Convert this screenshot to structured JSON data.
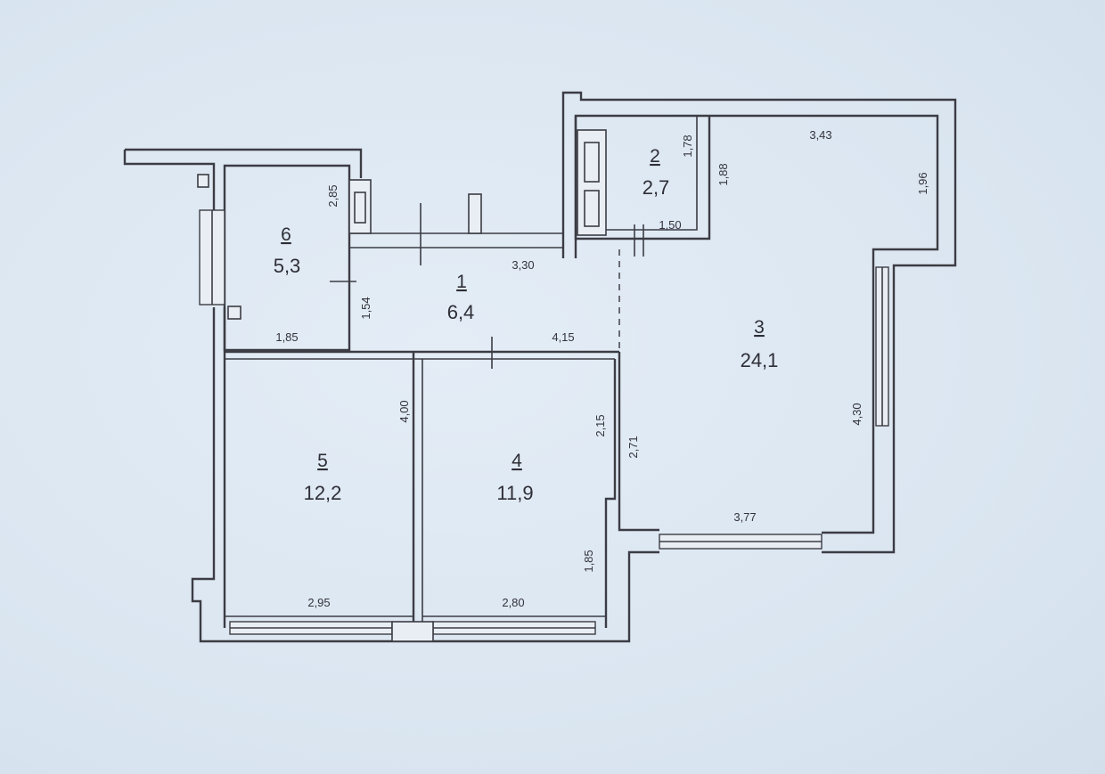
{
  "rooms": [
    {
      "number": "1",
      "area": "6,4"
    },
    {
      "number": "2",
      "area": "2,7"
    },
    {
      "number": "3",
      "area": "24,1"
    },
    {
      "number": "4",
      "area": "11,9"
    },
    {
      "number": "5",
      "area": "12,2"
    },
    {
      "number": "6",
      "area": "5,3"
    }
  ],
  "dimensions": {
    "bath_top": "2,85",
    "bath2_height": "1,78",
    "bath2_side": "1,88",
    "living_top": "3,43",
    "living_right_top": "1,96",
    "bath2_bottom": "1,50",
    "hall_top": "3,30",
    "hall_height": "1,54",
    "bath_bottom": "1,85",
    "hall_bottom": "4,15",
    "living_height": "4,30",
    "bed5_height": "4,00",
    "bed4_upper": "2,15",
    "living_left": "2,71",
    "living_bottom": "3,77",
    "bed4_lower": "1,85",
    "bed5_bottom": "2,95",
    "bed4_bottom": "2,80"
  }
}
